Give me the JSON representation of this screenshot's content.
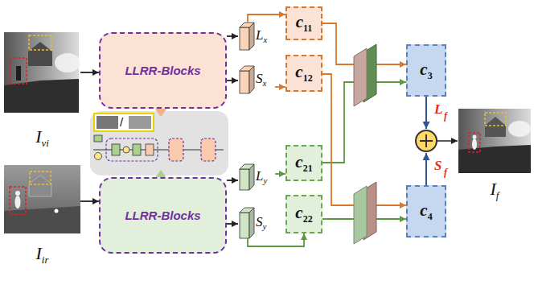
{
  "diagram": {
    "nodes": [
      {
        "text": [
          "I",
          "vi"
        ]
      },
      {
        "text": [
          "I",
          "ir"
        ]
      },
      {
        "text": [
          "LLRR-Blocks"
        ]
      },
      {
        "text": [
          "LLRR-Blocks"
        ]
      },
      {
        "text": [
          "L",
          "x"
        ]
      },
      {
        "text": [
          "S",
          "x"
        ]
      },
      {
        "text": [
          "L",
          "y"
        ]
      },
      {
        "text": [
          "S",
          "y"
        ]
      },
      {
        "text": [
          "c",
          "11"
        ]
      },
      {
        "text": [
          "c",
          "12"
        ]
      },
      {
        "text": [
          "c",
          "21"
        ]
      },
      {
        "text": [
          "c",
          "22"
        ]
      },
      {
        "text": [
          "c",
          "3"
        ]
      },
      {
        "text": [
          "c",
          "4"
        ]
      },
      {
        "text": [
          "I",
          "f"
        ]
      }
    ],
    "edges": [
      {
        "from": 0,
        "to": 2,
        "arrow": "to"
      },
      {
        "from": 1,
        "to": 3,
        "arrow": "to"
      },
      {
        "from": 2,
        "to": 4,
        "arrow": "to"
      },
      {
        "from": 2,
        "to": 5,
        "arrow": "to"
      },
      {
        "from": 3,
        "to": 6,
        "arrow": "to"
      },
      {
        "from": 3,
        "to": 7,
        "arrow": "to"
      },
      {
        "from": 4,
        "to": 8,
        "arrow": "to"
      },
      {
        "from": 5,
        "to": 9,
        "arrow": "to"
      },
      {
        "from": 6,
        "to": 10,
        "arrow": "to"
      },
      {
        "from": 7,
        "to": 11,
        "arrow": "to"
      },
      {
        "from": 8,
        "to": 12,
        "arrow": "to"
      },
      {
        "from": 10,
        "to": 12,
        "arrow": "to"
      },
      {
        "from": 9,
        "to": 13,
        "arrow": "to"
      },
      {
        "from": 11,
        "to": 13,
        "arrow": "to"
      }
    ],
    "labels": [
      "/",
      "L",
      "f",
      "S",
      "f"
    ]
  }
}
